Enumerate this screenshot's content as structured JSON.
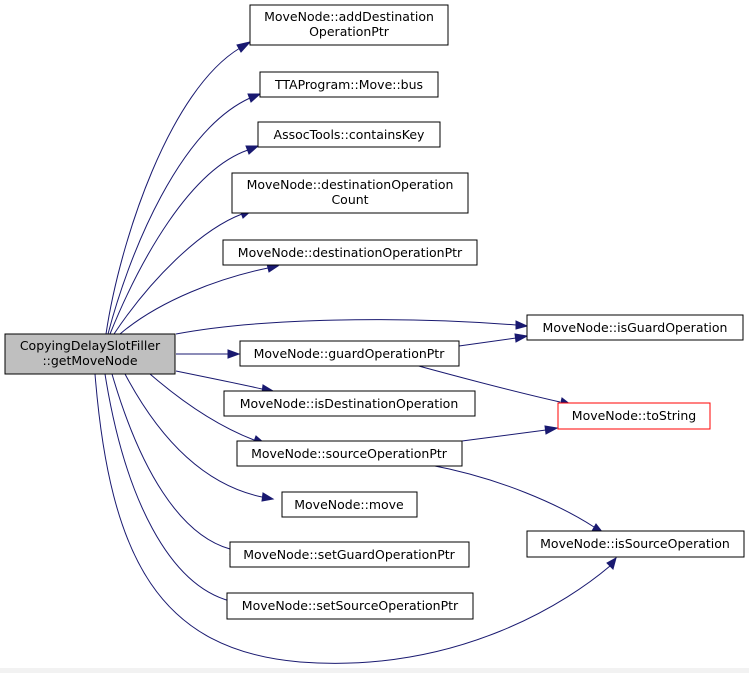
{
  "diagram": {
    "colors": {
      "edge": "#191970",
      "root_fill": "#bfbfbf",
      "node_fill": "#ffffff",
      "node_border": "#000000",
      "truncated_border": "#ff0000"
    },
    "nodes": {
      "root": [
        "CopyingDelaySlotFiller",
        "::getMoveNode"
      ],
      "add_destination_operation_ptr": [
        "MoveNode::addDestination",
        "OperationPtr"
      ],
      "move_bus": [
        "TTAProgram::Move::bus"
      ],
      "contains_key": [
        "AssocTools::containsKey"
      ],
      "destination_operation_count": [
        "MoveNode::destinationOperation",
        "Count"
      ],
      "destination_operation_ptr": [
        "MoveNode::destinationOperationPtr"
      ],
      "is_guard_operation": [
        "MoveNode::isGuardOperation"
      ],
      "guard_operation_ptr": [
        "MoveNode::guardOperationPtr"
      ],
      "is_destination_operation": [
        "MoveNode::isDestinationOperation"
      ],
      "to_string": [
        "MoveNode::toString"
      ],
      "source_operation_ptr": [
        "MoveNode::sourceOperationPtr"
      ],
      "move": [
        "MoveNode::move"
      ],
      "is_source_operation": [
        "MoveNode::isSourceOperation"
      ],
      "set_guard_operation_ptr": [
        "MoveNode::setGuardOperationPtr"
      ],
      "set_source_operation_ptr": [
        "MoveNode::setSourceOperationPtr"
      ]
    }
  }
}
